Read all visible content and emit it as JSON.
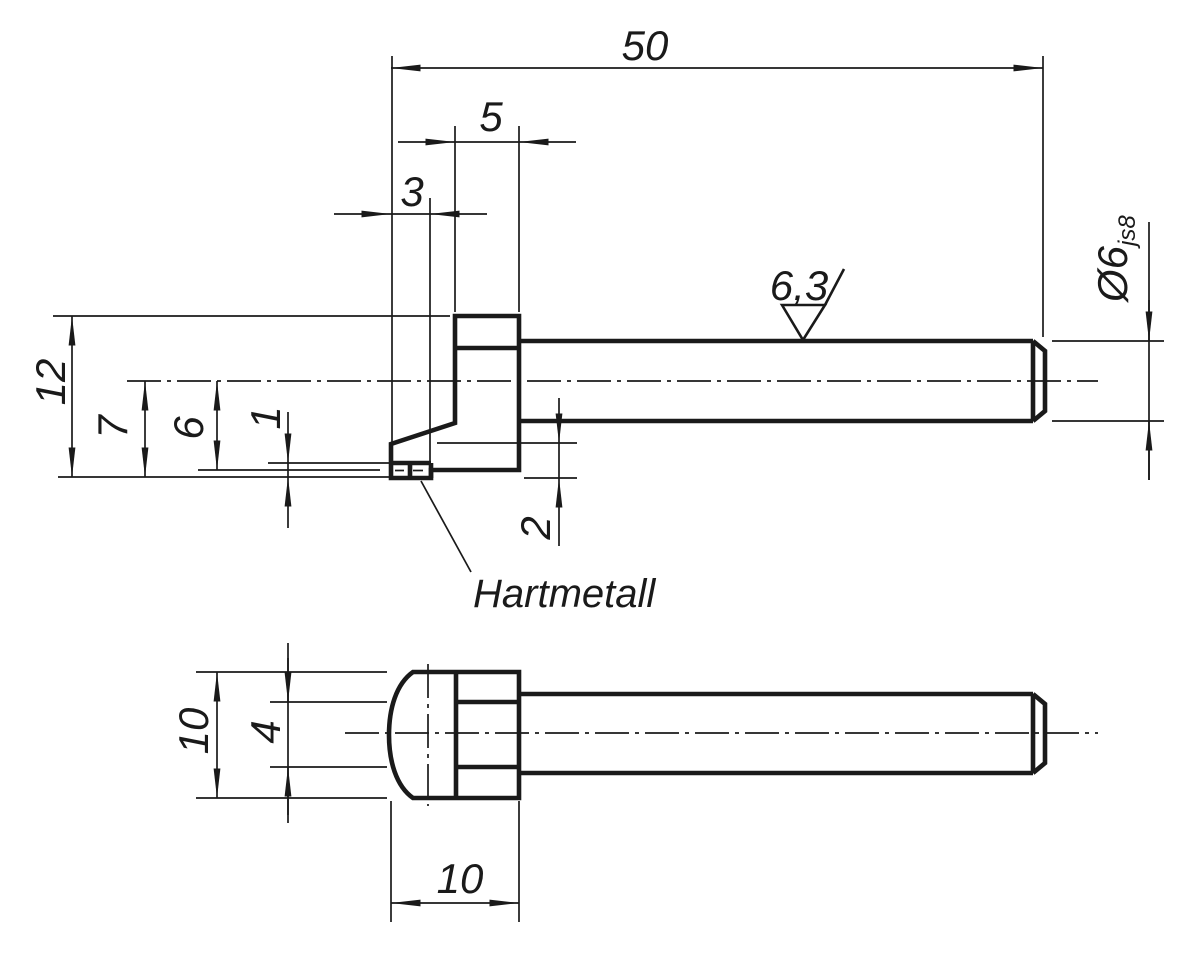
{
  "colors": {
    "background": "#ffffff",
    "line": "#1a1a1a"
  },
  "views": {
    "side_view": {
      "dims": {
        "overall_length": "50",
        "head_width": "5",
        "carbide_length": "3",
        "overall_height": "12",
        "tip_height": "7",
        "body_height": "6",
        "tip_thickness": "1",
        "step_height": "2",
        "roughness": "6,3",
        "diameter": "Ø6",
        "diameter_tolerance": "js8"
      },
      "note": "Hartmetall"
    },
    "bottom_view": {
      "dims": {
        "head_height": "10",
        "flat_width": "4",
        "head_length": "10"
      }
    }
  }
}
